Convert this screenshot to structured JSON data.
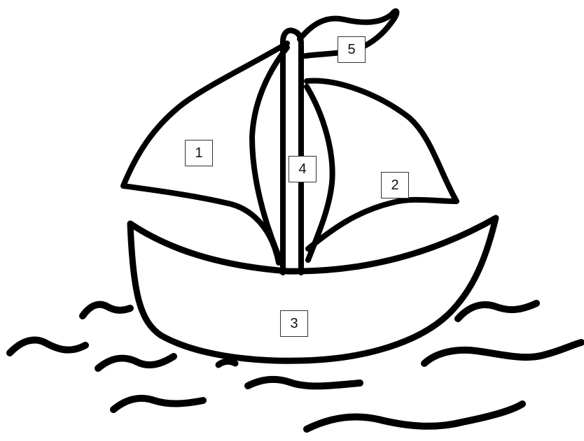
{
  "diagram": {
    "ink_color": "#000000",
    "labels": [
      {
        "id": "sail-left",
        "text": "1"
      },
      {
        "id": "sail-right",
        "text": "2"
      },
      {
        "id": "hull",
        "text": "3"
      },
      {
        "id": "mast",
        "text": "4"
      },
      {
        "id": "flag",
        "text": "5"
      }
    ]
  }
}
